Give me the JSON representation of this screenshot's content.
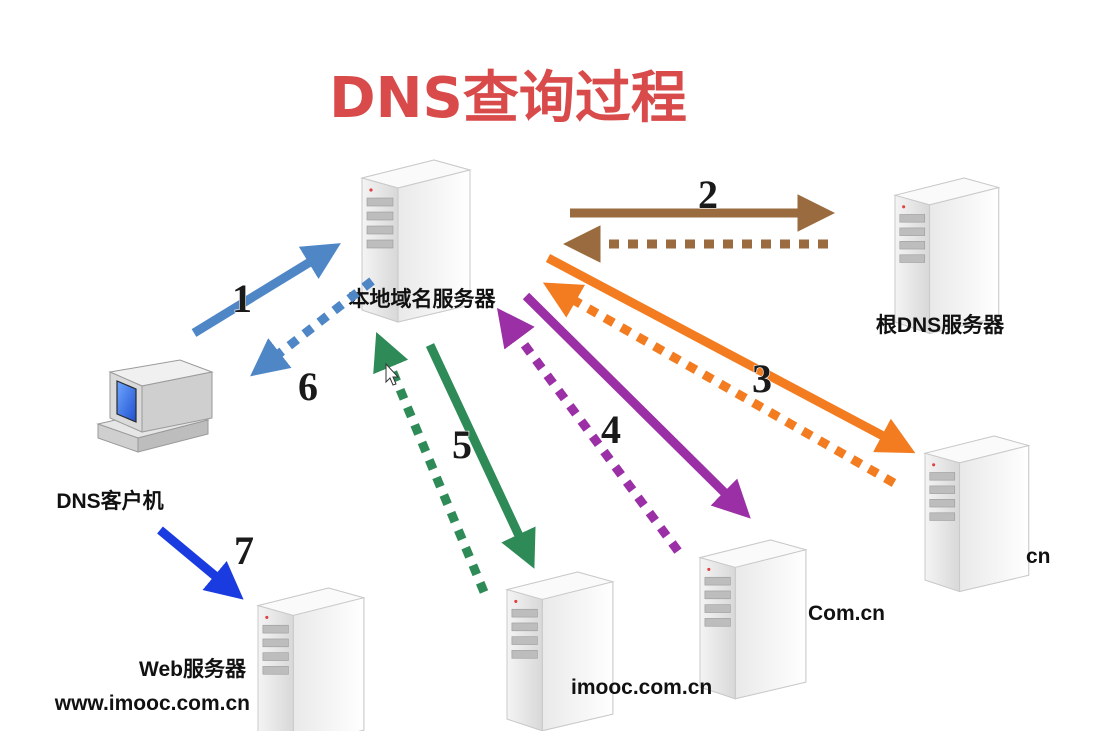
{
  "title": "DNS查询过程",
  "nodes": {
    "local_server": "本地域名服务器",
    "root_server": "根DNS服务器",
    "cn_server": "cn",
    "comcn_server": "Com.cn",
    "imooc_server": "imooc.com.cn",
    "web_server_name": "Web服务器",
    "web_server_domain": "www.imooc.com.cn",
    "client": "DNS客户机"
  },
  "steps": [
    "1",
    "2",
    "3",
    "4",
    "5",
    "6",
    "7"
  ],
  "colors": {
    "title": "#d94a4a",
    "step_1_6": "#4f86c6",
    "step_2": "#9a6b3e",
    "step_3": "#f47c20",
    "step_4": "#9b2fa5",
    "step_5": "#2e8b57",
    "step_7": "#1a3be0"
  }
}
